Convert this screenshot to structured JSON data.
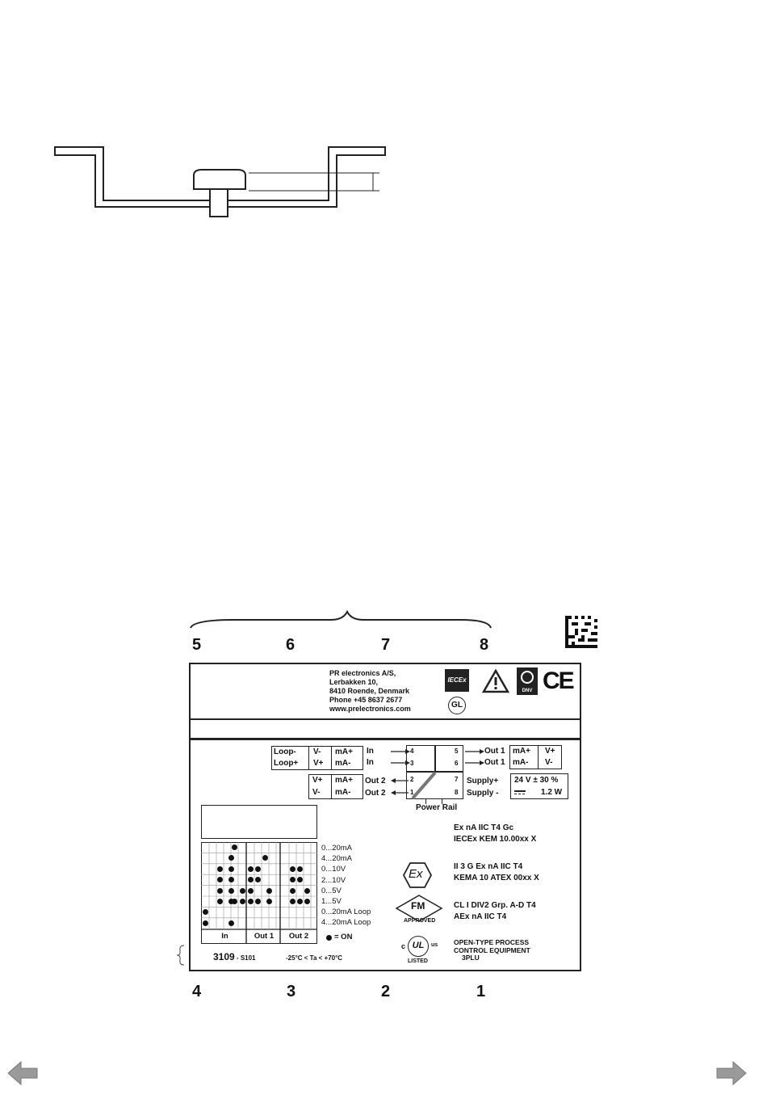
{
  "top_numbers": [
    "5",
    "6",
    "7",
    "8"
  ],
  "bottom_numbers": [
    "4",
    "3",
    "2",
    "1"
  ],
  "label": {
    "company": [
      "PR electronics A/S,",
      "Lerbakken 10,",
      "8410 Roende, Denmark",
      "Phone +45 8637 2677",
      "www.prelectronics.com"
    ],
    "top_loop": [
      "Loop-",
      "Loop+"
    ],
    "top_v": [
      "V-",
      "V+"
    ],
    "top_ma": [
      "mA+",
      "mA-"
    ],
    "in_labels": [
      "In",
      "In"
    ],
    "terminal_top_left": [
      "4",
      "3"
    ],
    "terminal_top_right": [
      "5",
      "6"
    ],
    "out1_labels": [
      "Out 1",
      "Out 1"
    ],
    "out1_ma": [
      "mA+",
      "mA-"
    ],
    "out1_v": [
      "V+",
      "V-"
    ],
    "bot_v": [
      "V+",
      "V-"
    ],
    "bot_ma": [
      "mA+",
      "mA-"
    ],
    "out2_labels": [
      "Out 2",
      "Out 2"
    ],
    "terminal_bot_left": [
      "2",
      "1"
    ],
    "terminal_bot_right": [
      "7",
      "8"
    ],
    "supply_labels": [
      "Supply+",
      "Supply -"
    ],
    "supply_value_top": "24 V ± 30 %",
    "supply_value_bot": "1.2 W",
    "power_rail": "Power Rail",
    "ranges": [
      "0...20mA",
      "4...20mA",
      "0...10V",
      "2...10V",
      "0...5V",
      "1...5V",
      "0...20mA  Loop",
      "4...20mA  Loop"
    ],
    "on_legend": "= ON",
    "dip_headers": [
      "In",
      "Out 1",
      "Out 2"
    ],
    "cert1": [
      "Ex nA IIC T4 Gc",
      "IECEx KEM 10.00xx X"
    ],
    "cert2": [
      "II 3 G Ex nA IIC T4",
      "KEMA 10 ATEX 00xx X"
    ],
    "cert3": [
      "CL I DIV2  Grp. A-D T4",
      "AEx nA IIC T4"
    ],
    "cert4": [
      "OPEN-TYPE PROCESS",
      "CONTROL EQUIPMENT",
      "3PLU"
    ],
    "model": "3109",
    "model_suffix": " - S101",
    "temp": "-25°C < Ta < +70°C",
    "logo_iecex": "IECEx",
    "logo_gl": "GL",
    "logo_ce": "CE",
    "logo_dnv": "DNV",
    "logo_ex": "Ex",
    "logo_fm": "FM",
    "logo_fm_sub": "APPROVED",
    "logo_ul": "UL",
    "logo_ul_c": "c",
    "logo_ul_us": "us",
    "logo_ul_sub": "LISTED"
  },
  "nav": {
    "prev": "previous-page",
    "next": "next-page"
  }
}
